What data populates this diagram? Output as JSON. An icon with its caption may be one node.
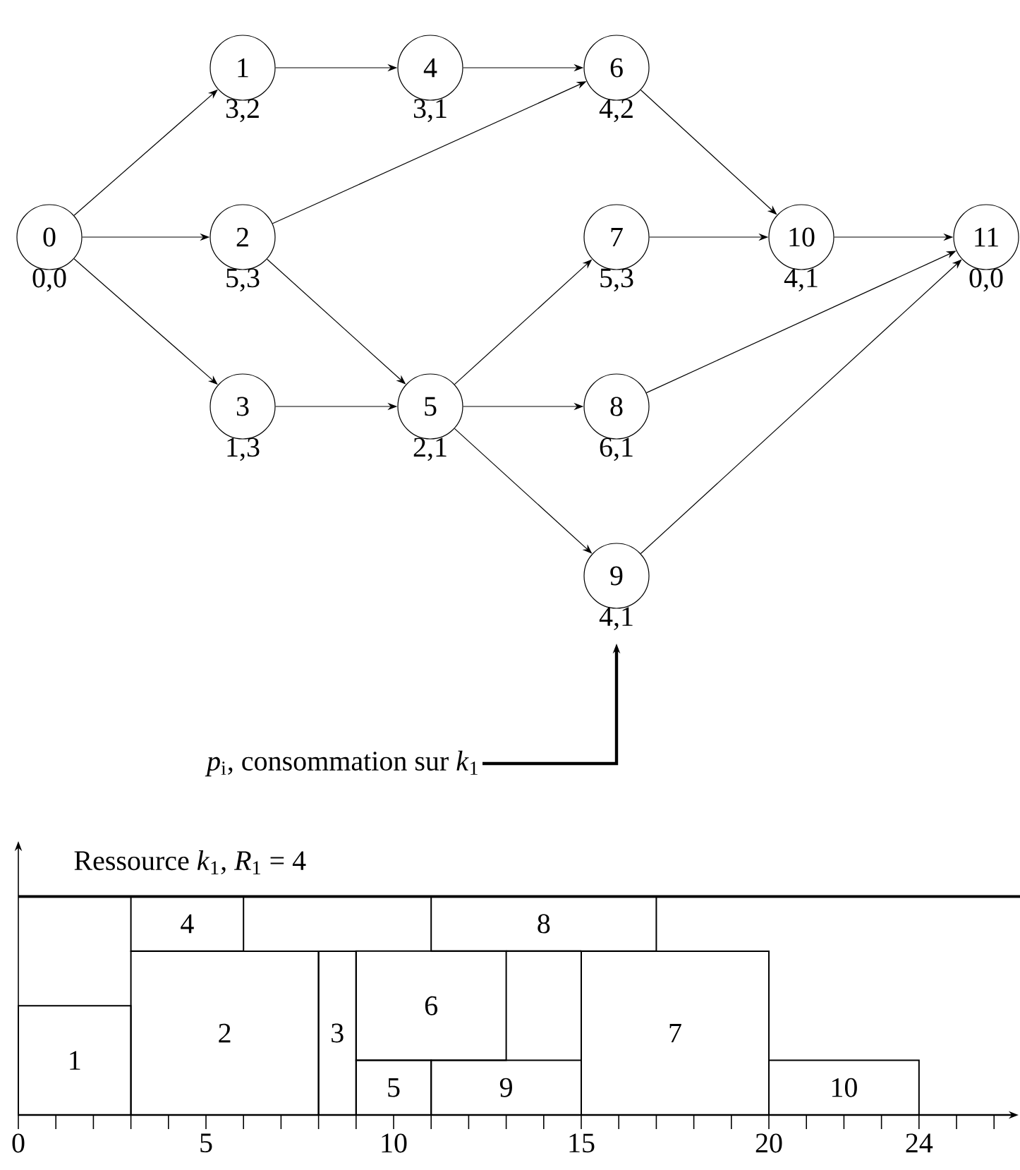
{
  "diagram": {
    "nodes": [
      {
        "text": [
          "0"
        ],
        "beside": [
          "0,0"
        ]
      },
      {
        "text": [
          "1"
        ],
        "beside": [
          "3,2"
        ]
      },
      {
        "text": [
          "4"
        ],
        "beside": [
          "3,1"
        ]
      },
      {
        "text": [
          "6"
        ],
        "beside": [
          "4,2"
        ]
      },
      {
        "text": [
          "2"
        ],
        "beside": [
          "5,3"
        ]
      },
      {
        "text": [
          "7"
        ],
        "beside": [
          "5,3"
        ]
      },
      {
        "text": [
          "10"
        ],
        "beside": [
          "4,1"
        ]
      },
      {
        "text": [
          "11"
        ],
        "beside": [
          "0,0"
        ]
      },
      {
        "text": [
          "3"
        ],
        "beside": [
          "1,3"
        ]
      },
      {
        "text": [
          "5"
        ],
        "beside": [
          "2,1"
        ]
      },
      {
        "text": [
          "8"
        ],
        "beside": [
          "6,1"
        ]
      },
      {
        "text": [
          "9"
        ],
        "beside": [
          "4,1"
        ]
      },
      {
        "text": [
          "*p*$_{i}$, consommation sur *k*$_{1}$"
        ]
      },
      {
        "text": [
          "4"
        ]
      },
      {
        "text": [
          "8"
        ]
      },
      {
        "text": [
          "2"
        ]
      },
      {
        "text": [
          "3"
        ]
      },
      {
        "text": [
          "6"
        ]
      },
      {
        "text": [
          "7"
        ]
      },
      {
        "text": [
          "1"
        ]
      },
      {
        "text": [
          "5"
        ]
      },
      {
        "text": [
          "9"
        ]
      },
      {
        "text": [
          "10"
        ]
      }
    ],
    "edges": [
      {
        "from": 0,
        "to": 1,
        "arrow": "to"
      },
      {
        "from": 0,
        "to": 4,
        "arrow": "to"
      },
      {
        "from": 0,
        "to": 8,
        "arrow": "to"
      },
      {
        "from": 1,
        "to": 2,
        "arrow": "to"
      },
      {
        "from": 2,
        "to": 3,
        "arrow": "to"
      },
      {
        "from": 4,
        "to": 3,
        "arrow": "to"
      },
      {
        "from": 4,
        "to": 9,
        "arrow": "to"
      },
      {
        "from": 8,
        "to": 9,
        "arrow": "to"
      },
      {
        "from": 9,
        "to": 5,
        "arrow": "to"
      },
      {
        "from": 9,
        "to": 10,
        "arrow": "to"
      },
      {
        "from": 9,
        "to": 11,
        "arrow": "to"
      },
      {
        "from": 3,
        "to": 6,
        "arrow": "to"
      },
      {
        "from": 5,
        "to": 6,
        "arrow": "to"
      },
      {
        "from": 6,
        "to": 7,
        "arrow": "to"
      },
      {
        "from": 10,
        "to": 7,
        "arrow": "to"
      },
      {
        "from": 11,
        "to": 7,
        "arrow": "to"
      },
      {
        "from": 12,
        "to": 11,
        "arrow": "to",
        "style": "thick"
      }
    ],
    "labels": [
      "Ressource *k*$_{1}$, *R*$_{1}$ = 4",
      "0",
      "5",
      "10",
      "15",
      "20",
      "24"
    ]
  }
}
